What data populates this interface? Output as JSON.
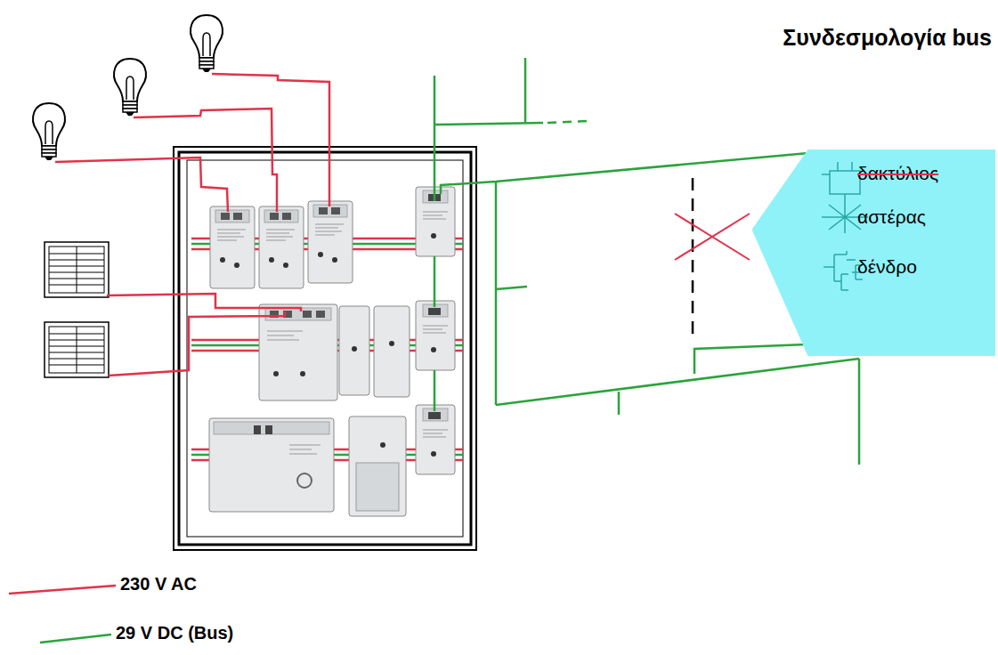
{
  "diagram": {
    "title": "Συνδεσμολογία bus",
    "nodes": [
      {
        "text": [
          "δακτύλιος",
          "αστέρας",
          "δένδρο"
        ]
      }
    ],
    "legend": [
      {
        "text": "230 V AC"
      },
      {
        "text": "29 V DC (Bus)"
      }
    ]
  }
}
